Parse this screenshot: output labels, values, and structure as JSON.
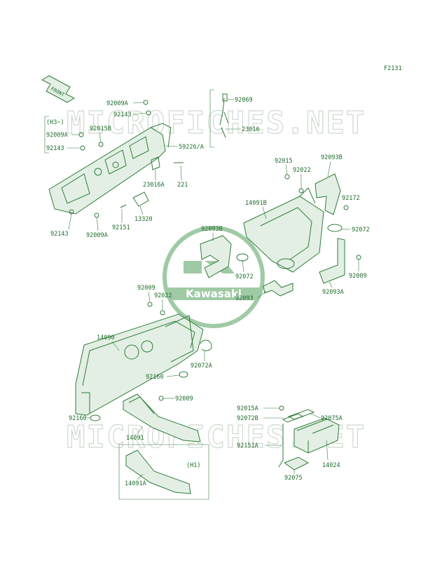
{
  "figure_code": "F2131",
  "front_label": "FRONT",
  "watermark_text": "MICROFICHES.NET",
  "logo_text": "Kawasaki",
  "colors": {
    "line": "#2f7d3a",
    "text": "#1e6b2a",
    "watermark": "#cfd8cf",
    "logo": "#9fcaa5"
  },
  "group_labels": {
    "h3": "(H3~)",
    "h1": "(H1)"
  },
  "parts": {
    "p92009A_top": "92009A",
    "p92143_top": "92143",
    "p92069": "92069",
    "p23016": "23016",
    "p92009A_h3": "92009A",
    "p92015B": "92015B",
    "p92143_h3": "92143",
    "p59226A": "59226/A",
    "p23016A": "23016A",
    "p221": "221",
    "p13320": "13320",
    "p92151": "92151",
    "p92143_low": "92143",
    "p92009A_low": "92009A",
    "p92015": "92015",
    "p92022_r": "92022",
    "p92093B_r": "92093B",
    "p14091B": "14091B",
    "p92172": "92172",
    "p92072_r": "92072",
    "p92093B_c": "92093B",
    "p92072_c": "92072",
    "p92009_r": "92009",
    "p92093A": "92093A",
    "p92093": "92093",
    "p92009_c": "92009",
    "p92022_c": "92022",
    "p14090": "14090",
    "p92072A": "92072A",
    "p92160_m": "92160",
    "p92009_b": "92009",
    "p92160_l": "92160",
    "p14091": "14091",
    "p14091A": "14091A",
    "p92015A": "92015A",
    "p92072B": "92072B",
    "p92075A": "92075A",
    "p92151A": "92151A",
    "p14024": "14024",
    "p92075": "92075"
  }
}
